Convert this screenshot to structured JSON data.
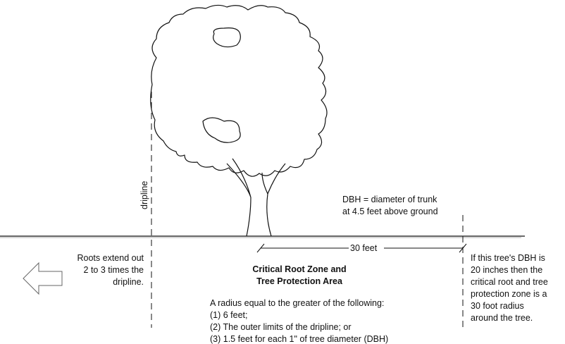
{
  "labels": {
    "dripline": "dripline",
    "dbh_line1": "DBH = diameter of trunk",
    "dbh_line2": "at 4.5 feet above ground",
    "dimension": "30 feet",
    "roots": [
      "Roots extend out",
      "2 to 3 times the",
      "dripline."
    ],
    "zone_title": [
      "Critical Root Zone and",
      "Tree Protection Area"
    ],
    "radius_rule": [
      "A radius equal to the greater of the following:",
      "(1) 6 feet;",
      "(2) The outer limits of the dripline; or",
      "(3) 1.5 feet for each 1\" of tree diameter (DBH)"
    ],
    "example": [
      "If this tree's DBH is",
      "20 inches then the",
      "critical root and tree",
      "protection zone is a",
      "30 foot radius",
      "around the tree."
    ]
  }
}
